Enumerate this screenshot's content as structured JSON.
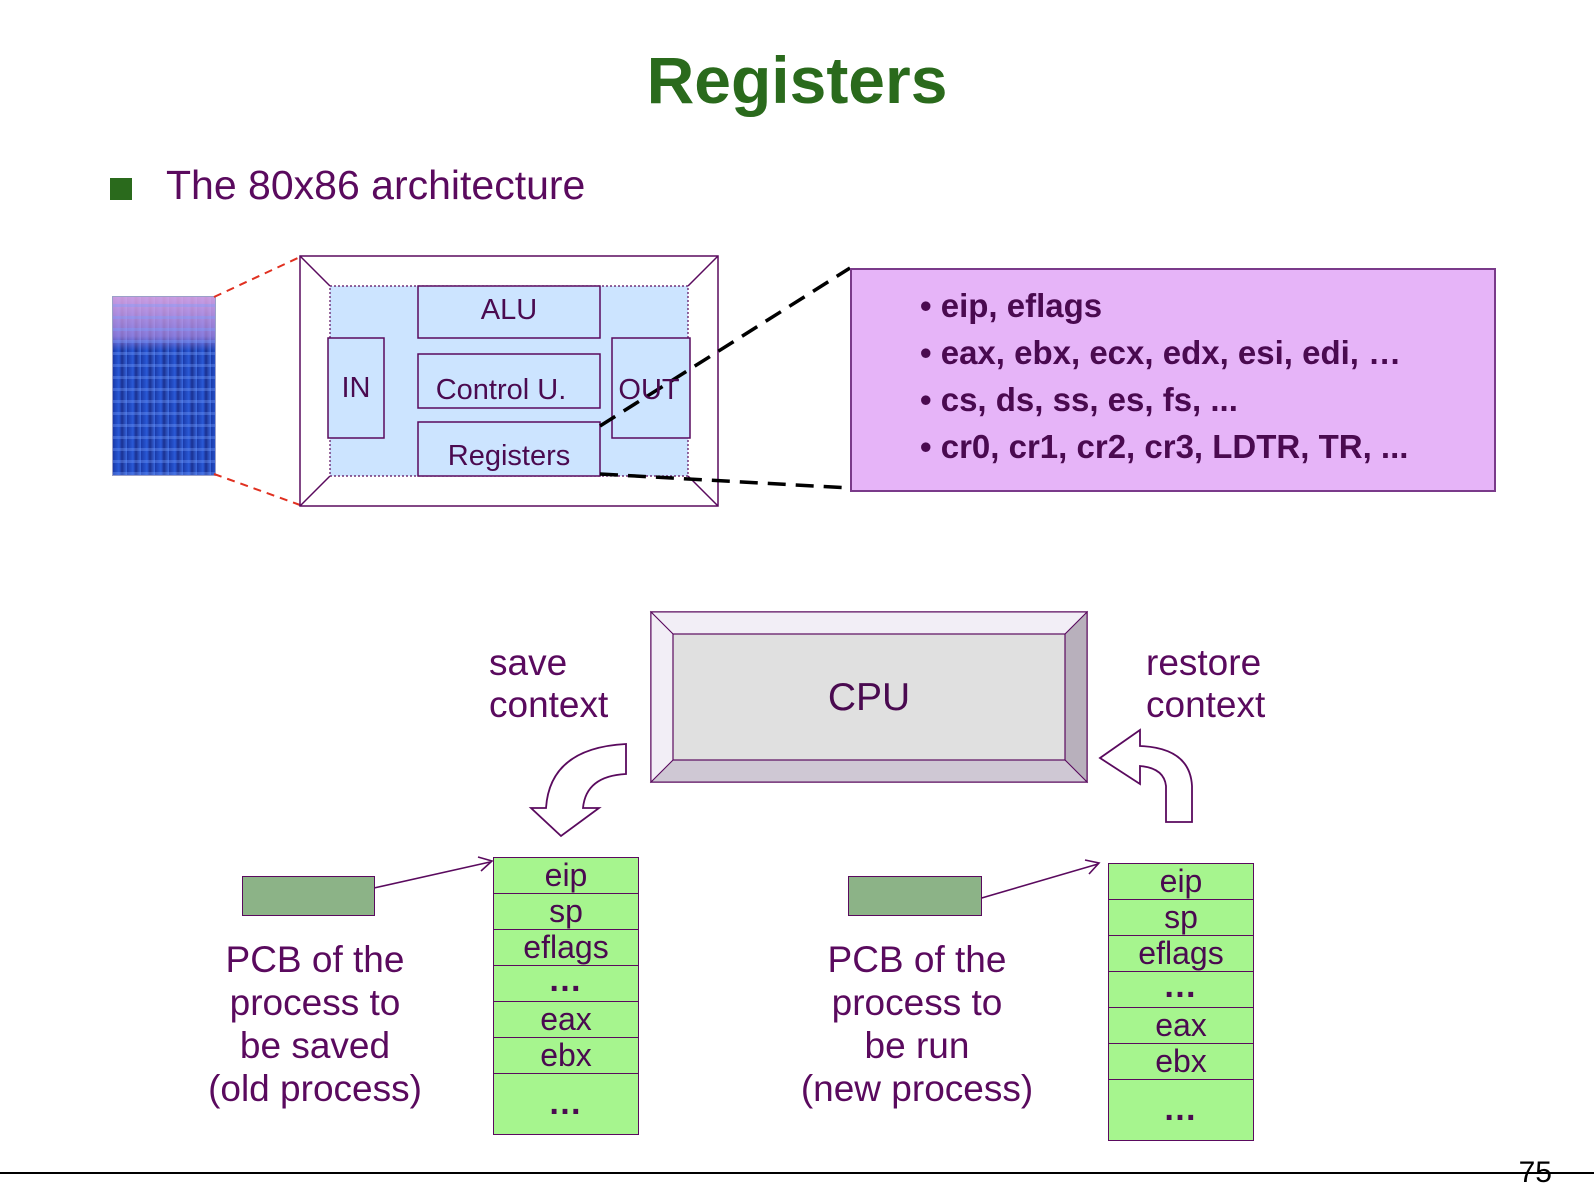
{
  "title": "Registers",
  "bullet": "The 80x86 architecture",
  "architecture": {
    "alu": "ALU",
    "in": "IN",
    "control": "Control U.",
    "out": "OUT",
    "registers": "Registers"
  },
  "register_list": [
    "• eip, eflags",
    "• eax, ebx, ecx, edx, esi, edi, …",
    "• cs, ds, ss, es, fs, ...",
    "• cr0, cr1, cr2, cr3, LDTR, TR, ..."
  ],
  "cpu": "CPU",
  "save_context": [
    "save",
    "context"
  ],
  "restore_context": [
    "restore",
    "context"
  ],
  "old_process": {
    "caption": [
      "PCB of the",
      "process to",
      "be saved",
      "(old process)"
    ],
    "stack": [
      "eip",
      "sp",
      "eflags",
      "…",
      "eax",
      "ebx",
      "…"
    ]
  },
  "new_process": {
    "caption": [
      "PCB of the",
      "process to",
      "be run",
      "(new process)"
    ],
    "stack": [
      "eip",
      "sp",
      "eflags",
      "…",
      "eax",
      "ebx",
      "…"
    ]
  },
  "page_number": "75",
  "colors": {
    "title": "#2a6a1c",
    "text": "#5a0a5e",
    "register_box": "#e6b4f8",
    "arch_fill": "#cce4ff",
    "stack_fill": "#a6f58e",
    "pcb_fill": "#8cb387",
    "cpu_fill": "#e0e0e0"
  }
}
